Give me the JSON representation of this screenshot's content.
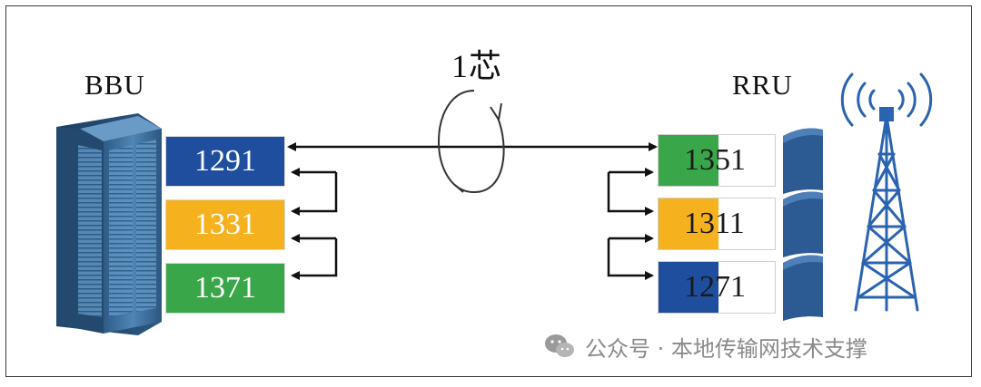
{
  "labels": {
    "bbu": "BBU",
    "rru": "RRU",
    "fiber": "1芯"
  },
  "bbu_ports": [
    {
      "value": "1291",
      "color": "#1f4e9e"
    },
    {
      "value": "1331",
      "color": "#f5b21e"
    },
    {
      "value": "1371",
      "color": "#3aa64a"
    }
  ],
  "rru_ports": [
    {
      "value": "1351",
      "color": "#3aa64a"
    },
    {
      "value": "1311",
      "color": "#f5b21e"
    },
    {
      "value": "1271",
      "color": "#1f4e9e"
    }
  ],
  "watermark": "公众号 · 本地传输网技术支撑"
}
